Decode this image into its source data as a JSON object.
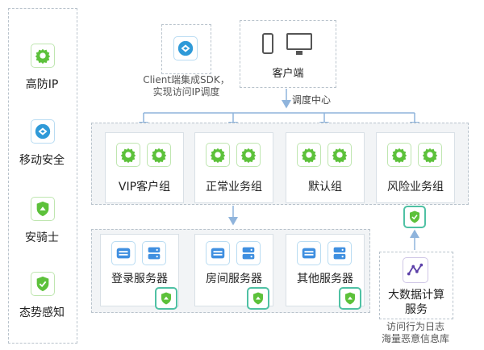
{
  "sidebar": {
    "items": [
      {
        "label": "高防IP",
        "icon": "gear-icon"
      },
      {
        "label": "移动安全",
        "icon": "cloud-shield-icon"
      },
      {
        "label": "安骑士",
        "icon": "shield-icon"
      },
      {
        "label": "态势感知",
        "icon": "shield-check-icon"
      }
    ]
  },
  "sdk_note": {
    "line1": "Client端集成SDK，",
    "line2": "实现访问IP调度"
  },
  "client": {
    "label": "客户端",
    "icons": [
      "phone-icon",
      "monitor-icon"
    ]
  },
  "dispatch_label": "调度中心",
  "groups": [
    {
      "label": "VIP客户组"
    },
    {
      "label": "正常业务组"
    },
    {
      "label": "默认组"
    },
    {
      "label": "风险业务组"
    }
  ],
  "servers": [
    {
      "label": "登录服务器"
    },
    {
      "label": "房间服务器"
    },
    {
      "label": "其他服务器"
    }
  ],
  "bigdata": {
    "label_line1": "大数据计算",
    "label_line2": "服务",
    "note_line1": "访问行为日志",
    "note_line2": "海量恶意信息库"
  },
  "colors": {
    "green": "#5cc13a",
    "teal": "#4fc1a4",
    "blue_arrow": "#8fb4dc",
    "server_blue": "#3f8fe0",
    "purple": "#5b3fa8"
  }
}
